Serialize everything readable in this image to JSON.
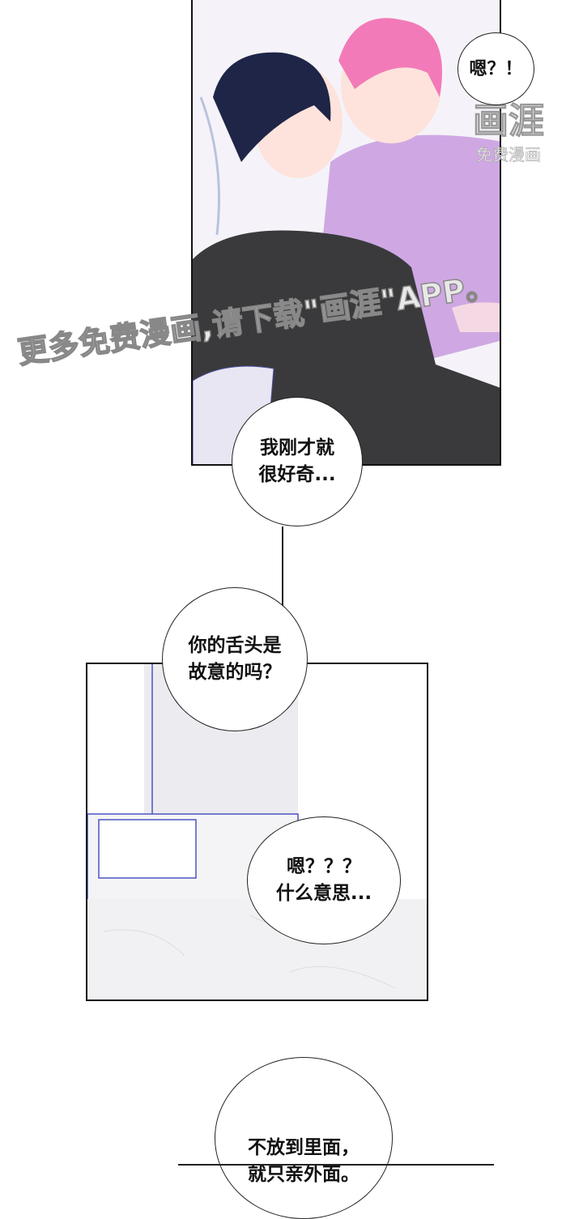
{
  "bubbles": {
    "surprise": "嗯？！",
    "curious": [
      "我刚才就",
      "很好奇..."
    ],
    "tongue": [
      "你的舌头是",
      "故意的吗？"
    ],
    "confused": [
      "嗯？？？",
      "什么意思..."
    ],
    "outside": [
      "不放到里面，",
      "就只亲外面。"
    ]
  },
  "watermark": {
    "logo_text": "画涯",
    "logo_sub": "免费漫画",
    "banner": "更多免费漫画,请下载\"画涯\"APP。"
  },
  "colors": {
    "hair_pink": "#f27ab8",
    "shirt_purple": "#cfa8e3",
    "jacket_black": "#3a3a3c",
    "hair_navy": "#1f2547"
  }
}
